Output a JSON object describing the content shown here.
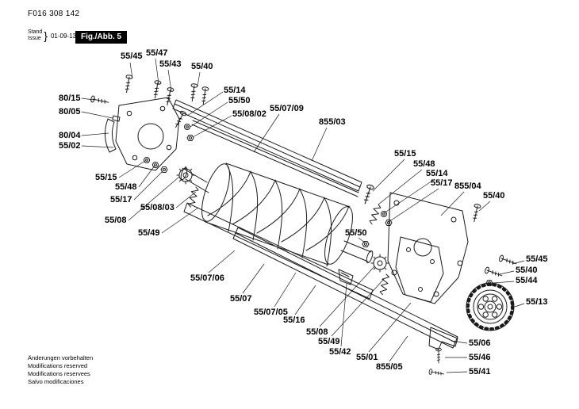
{
  "header": {
    "part_number": "F016 308 142",
    "stand_label": "Stand",
    "issue_label": "Issue",
    "brace": "}",
    "date": "01-09-13",
    "figure_label": "Fig./Abb. 5"
  },
  "diagram": {
    "callouts": [
      "55/45",
      "55/47",
      "55/43",
      "55/40",
      "80/15",
      "80/05",
      "80/04",
      "55/02",
      "55/14",
      "55/50",
      "55/08/02",
      "55/07/09",
      "855/03",
      "55/15",
      "55/48",
      "55/17",
      "55/08",
      "55/08/03",
      "55/49",
      "55/15",
      "55/48",
      "55/14",
      "55/17",
      "855/04",
      "55/40",
      "55/50",
      "55/45",
      "55/40",
      "55/44",
      "55/13",
      "55/07/06",
      "55/07",
      "55/07/05",
      "55/16",
      "55/08",
      "55/49",
      "55/42",
      "55/01",
      "855/05",
      "55/06",
      "55/46",
      "55/41"
    ]
  },
  "footer": {
    "lines": [
      "Änderungen vorbehalten",
      "Modifications reserved",
      "Modifications reservees",
      "Salvo modificaciones"
    ]
  }
}
